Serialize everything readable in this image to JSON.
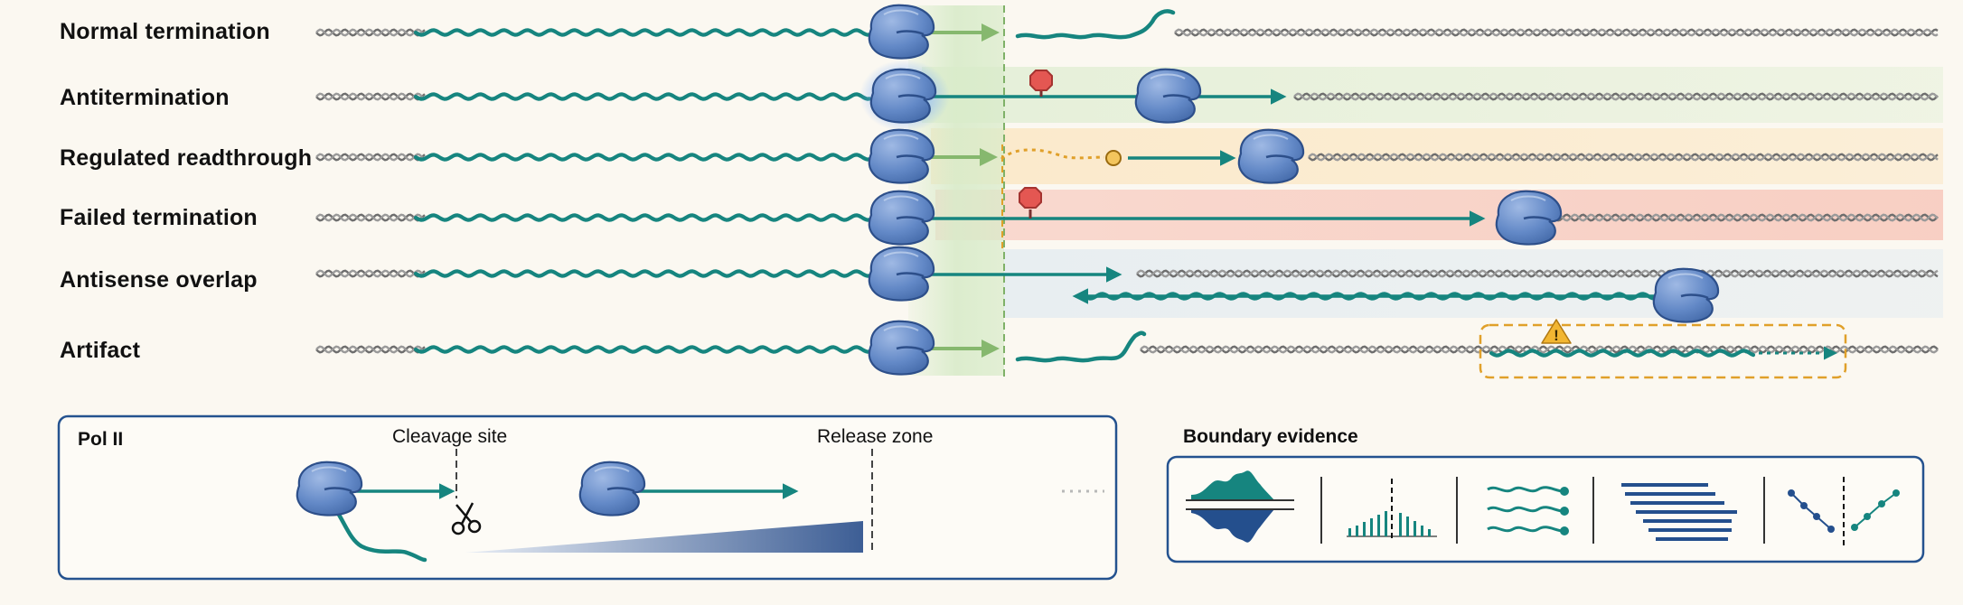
{
  "rows": [
    {
      "label": "Normal termination"
    },
    {
      "label": "Antitermination"
    },
    {
      "label": "Regulated readthrough"
    },
    {
      "label": "Failed termination"
    },
    {
      "label": "Antisense overlap"
    },
    {
      "label": "Artifact"
    }
  ],
  "schematic": {
    "pol_label": "Pol II",
    "cleavage_label": "Cleavage site",
    "release_label": "Release zone"
  },
  "evidence": {
    "title": "Boundary evidence"
  },
  "colors": {
    "rna": "#16857f",
    "polymerase": "#5d82c2",
    "polymerase_dark": "#2d4f8a",
    "boundary_green": "#cfe7bf",
    "boundary_line": "#7fb168",
    "readthrough_orange": "#e0a02a",
    "failed_red": "#f6c9bd",
    "panel_border": "#24528f",
    "navy": "#244f8d",
    "stop_sign": "#e45752"
  }
}
